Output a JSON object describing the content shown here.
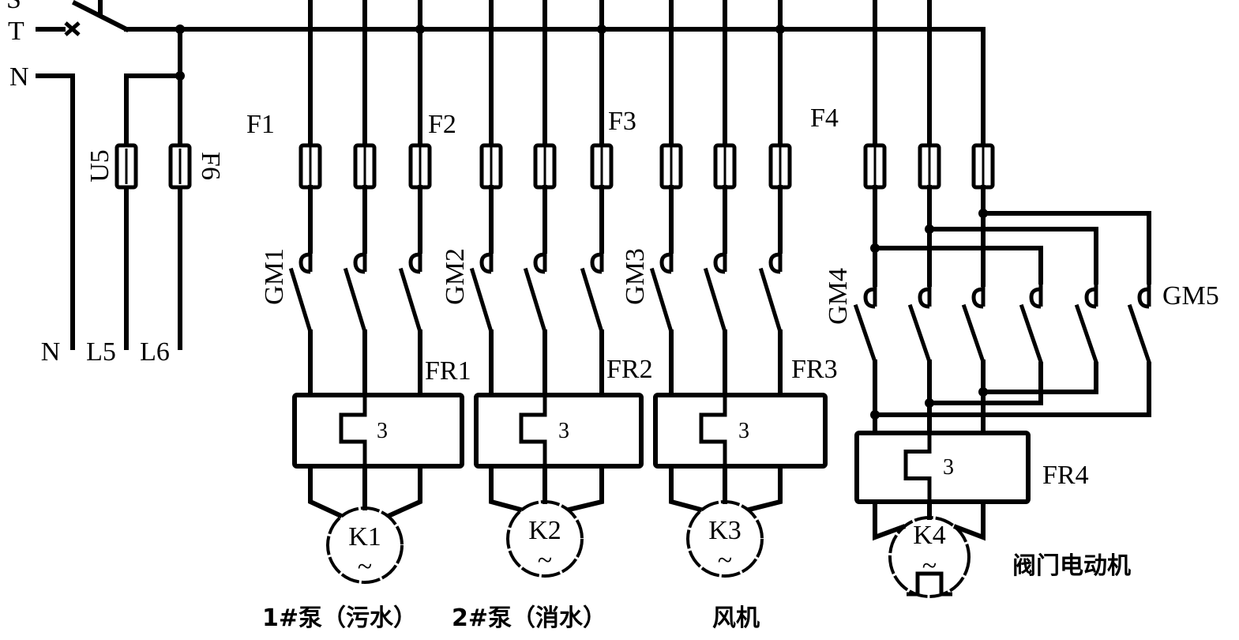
{
  "supply": {
    "phase_labels": [
      "S",
      "T",
      "N"
    ],
    "outputs": [
      "N",
      "L5",
      "L6"
    ],
    "aux_fuses": [
      "U5",
      "F6"
    ]
  },
  "fuse_groups": [
    "F1",
    "F2",
    "F3",
    "F4"
  ],
  "breakers": [
    "GM1",
    "GM2",
    "GM3",
    "GM4",
    "GM5"
  ],
  "overload_relays": [
    {
      "name": "FR1",
      "poles": "3"
    },
    {
      "name": "FR2",
      "poles": "3"
    },
    {
      "name": "FR3",
      "poles": "3"
    },
    {
      "name": "FR4",
      "poles": "3"
    }
  ],
  "motors": [
    {
      "name": "K1",
      "symbol": "~",
      "caption": "1#泵（污水）"
    },
    {
      "name": "K2",
      "symbol": "~",
      "caption": "2#泵（消水）"
    },
    {
      "name": "K3",
      "symbol": "~",
      "caption": "风机"
    },
    {
      "name": "K4",
      "symbol": "~",
      "caption": "阀门电动机"
    }
  ],
  "colors": {
    "ink": "#000000",
    "paper": "#ffffff"
  }
}
